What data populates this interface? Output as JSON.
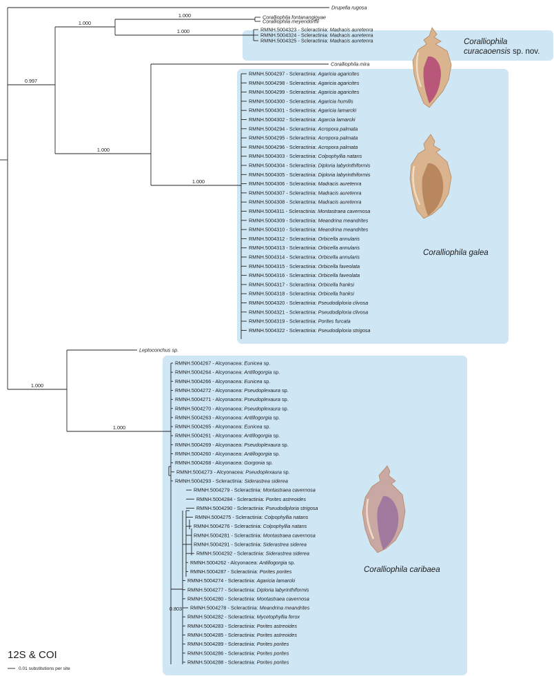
{
  "figure": {
    "title": "12S & COI",
    "scale_label": "0.01 substitutions per site",
    "highlight_color": "#cfe6f5",
    "shell_colors": {
      "base": "#d9b48f",
      "dark": "#b9875e",
      "light": "#efdcc4",
      "lip": "#b9577a",
      "caribaea_base": "#c9a8a3",
      "caribaea_lip": "#a07a9e"
    }
  },
  "clades": {
    "curacaoensis": {
      "name": "Coralliophila",
      "name2": "curacaoensis",
      "sp_nov": "sp. nov."
    },
    "galea": {
      "name": "Coralliophila galea"
    },
    "caribaea": {
      "name": "Coralliophila caribaea"
    }
  },
  "support": {
    "root_upper": "0.997",
    "drupella_group": "1.000",
    "fontan_meyen": "1.000",
    "curacao_group": "1.000",
    "mira_galea": "1.000",
    "galea": "1.000",
    "lower_root": "1.000",
    "caribaea": "1.000",
    "inner": "0.803"
  },
  "leaves": {
    "drupella": "Drupella rugosa",
    "fontanangioyae": "Coralliophila fontanangioyae",
    "meyendorffii": "Coralliophila meyendorffii",
    "mira": "Coralliophila mira",
    "leptoconchus": "Leptoconchus sp.",
    "curacao": [
      {
        "id": "RMNH.5004323",
        "order": "Scleractinia",
        "host": "Madracis auretenra"
      },
      {
        "id": "RMNH.5004324",
        "order": "Scleractinia",
        "host": "Madracis auretenra"
      },
      {
        "id": "RMNH.5004325",
        "order": "Scleractinia",
        "host": "Madracis auretenra"
      }
    ],
    "galea": [
      {
        "id": "RMNH.5004297",
        "order": "Scleractinia",
        "host": "Agaricia agaricites"
      },
      {
        "id": "RMNH.5004298",
        "order": "Scleractinia",
        "host": "Agaricia agaricites"
      },
      {
        "id": "RMNH.5004299",
        "order": "Scleractinia",
        "host": "Agaricia agaricites"
      },
      {
        "id": "RMNH.5004300",
        "order": "Scleractinia",
        "host": "Agaricia humilis"
      },
      {
        "id": "RMNH.5004301",
        "order": "Scleractinia",
        "host": "Agaricia lamarcki"
      },
      {
        "id": "RMNH.5004302",
        "order": "Scleractinia",
        "host": "Agarcia lamarcki"
      },
      {
        "id": "RMNH.5004294",
        "order": "Scleractinia",
        "host": "Acropora palmata"
      },
      {
        "id": "RMNH.5004295",
        "order": "Scleractinia",
        "host": "Acropora palmata"
      },
      {
        "id": "RMNH.5004296",
        "order": "Scleractinia",
        "host": "Acropora palmata"
      },
      {
        "id": "RMNH.5004303",
        "order": "Scleractinia",
        "host": "Colpophyllia natans"
      },
      {
        "id": "RMNH.5004304",
        "order": "Scleractinia",
        "host": "Diploria labyrinthiformis"
      },
      {
        "id": "RMNH.5004305",
        "order": "Scleractinia",
        "host": "Diploria labyrinthiformis"
      },
      {
        "id": "RMNH.5004306",
        "order": "Scleractinia",
        "host": "Madracis auretenra"
      },
      {
        "id": "RMNH.5004307",
        "order": "Scleractinia",
        "host": "Madracis auretenra"
      },
      {
        "id": "RMNH.5004308",
        "order": "Scleractinia",
        "host": "Madracis auretenra"
      },
      {
        "id": "RMNH.5004311",
        "order": "Scleractinia",
        "host": "Montastraea cavernosa"
      },
      {
        "id": "RMNH.5004309",
        "order": "Scleractinia",
        "host": "Meandrina meandrites"
      },
      {
        "id": "RMNH.5004310",
        "order": "Scleractinia",
        "host": "Meandrina meandrites"
      },
      {
        "id": "RMNH.5004312",
        "order": "Scleractinia",
        "host": "Orbicella annularis"
      },
      {
        "id": "RMNH.5004313",
        "order": "Scleractinia",
        "host": "Orbicella annularis"
      },
      {
        "id": "RMNH.5004314",
        "order": "Scleractinia",
        "host": "Orbicella annularis"
      },
      {
        "id": "RMNH.5004315",
        "order": "Scleractinia",
        "host": "Orbicella faveolata"
      },
      {
        "id": "RMNH.5004316",
        "order": "Scleractinia",
        "host": "Orbicella faveolata"
      },
      {
        "id": "RMNH.5004317",
        "order": "Scleractinia",
        "host": "Orbicella franksi"
      },
      {
        "id": "RMNH.5004318",
        "order": "Scleractinia",
        "host": "Orbicella franksi"
      },
      {
        "id": "RMNH.5004320",
        "order": "Scleractinia",
        "host": "Pseudodiploria clivosa"
      },
      {
        "id": "RMNH.5004321",
        "order": "Scleractinia",
        "host": "Pseudodiploria clivosa"
      },
      {
        "id": "RMNH.5004319",
        "order": "Scleractinia",
        "host": "Porites furcata"
      },
      {
        "id": "RMNH.5004322",
        "order": "Scleractinia",
        "host": "Pseudodiploria strigosa"
      }
    ],
    "caribaea": [
      {
        "id": "RMNH.5004267",
        "order": "Alcyonacea",
        "host": "Eunicea",
        "suffix": "sp."
      },
      {
        "id": "RMNH.5004264",
        "order": "Alcyonacea",
        "host": "Antillogorgia",
        "suffix": "sp."
      },
      {
        "id": "RMNH.5004266",
        "order": "Alcyonacea",
        "host": "Eunicea",
        "suffix": "sp."
      },
      {
        "id": "RMNH.5004272",
        "order": "Alcyonacea",
        "host": "Pseudoplexaura",
        "suffix": "sp."
      },
      {
        "id": "RMNH.5004271",
        "order": "Alcyonacea",
        "host": "Pseudoplexaura",
        "suffix": "sp."
      },
      {
        "id": "RMNH.5004270",
        "order": "Alcyonacea",
        "host": "Pseudoplexaura",
        "suffix": "sp."
      },
      {
        "id": "RMNH.5004263",
        "order": "Alcyonacea",
        "host": "Antillogorgia",
        "suffix": "sp."
      },
      {
        "id": "RMNH.5004265",
        "order": "Alcyonacea",
        "host": "Eunicea",
        "suffix": "sp."
      },
      {
        "id": "RMNH.5004261",
        "order": "Alcyonacea",
        "host": "Antillogorgia",
        "suffix": "sp."
      },
      {
        "id": "RMNH.5004269",
        "order": "Alcyonacea",
        "host": "Pseudoplexaura",
        "suffix": "sp."
      },
      {
        "id": "RMNH.5004260",
        "order": "Alcyonacea",
        "host": "Antillogorgia",
        "suffix": "sp."
      },
      {
        "id": "RMNH.5004268",
        "order": "Alcyonacea",
        "host": "Gorgonia",
        "suffix": "sp."
      },
      {
        "id": "RMNH.5004273",
        "order": "Alcyonacea",
        "host": "Pseudoplexaura",
        "suffix": "sp."
      },
      {
        "id": "RMNH.5004293",
        "order": "Scleractinia",
        "host": "Siderastrea siderea"
      },
      {
        "id": "RMNH.5004279",
        "order": "Scleractinia",
        "host": "Montastraea cavernosa"
      },
      {
        "id": "RMNH.5004284",
        "order": "Scleractinia",
        "host": "Porites astreoides"
      },
      {
        "id": "RMNH.5004290",
        "order": "Scleractinia",
        "host": "Pseudodiploria strigosa"
      },
      {
        "id": "RMNH.5004275",
        "order": "Scleractinia",
        "host": "Colpophyllia natans"
      },
      {
        "id": "RMNH.5004276",
        "order": "Scleractinia",
        "host": "Colpophyllia natans"
      },
      {
        "id": "RMNH.5004281",
        "order": "Scleractinia",
        "host": "Montastraea cavernosa"
      },
      {
        "id": "RMNH.5004291",
        "order": "Scleractinia",
        "host": "Siderastrea siderea"
      },
      {
        "id": "RMNH.5004292",
        "order": "Scleractinia",
        "host": "Siderastrea siderea"
      },
      {
        "id": "RMNH.5004262",
        "order": "Alcyonacea",
        "host": "Antillogorgia",
        "suffix": "sp."
      },
      {
        "id": "RMNH.5004287",
        "order": "Scleractinia",
        "host": "Porites porites"
      },
      {
        "id": "RMNH.5004274",
        "order": "Scleractinia",
        "host": "Agaricia lamarcki"
      },
      {
        "id": "RMNH.5004277",
        "order": "Scleractinia",
        "host": "Diploria labyrinthiformis"
      },
      {
        "id": "RMNH.5004280",
        "order": "Scleractinia",
        "host": "Montastraea cavernosa"
      },
      {
        "id": "RMNH.5004278",
        "order": "Scleractinia",
        "host": "Meandrina meandrites"
      },
      {
        "id": "RMNH.5004282",
        "order": "Scleractinia",
        "host": "Mycetophyllia ferox"
      },
      {
        "id": "RMNH.5004283",
        "order": "Scleractinia",
        "host": "Porites astreoides"
      },
      {
        "id": "RMNH.5004285",
        "order": "Scleractinia",
        "host": "Porites astreoides"
      },
      {
        "id": "RMNH.5004289",
        "order": "Scleractinia",
        "host": "Porites porites"
      },
      {
        "id": "RMNH.5004286",
        "order": "Scleractinia",
        "host": "Porites porites"
      },
      {
        "id": "RMNH.5004288",
        "order": "Scleractinia",
        "host": "Porites porites"
      }
    ]
  }
}
